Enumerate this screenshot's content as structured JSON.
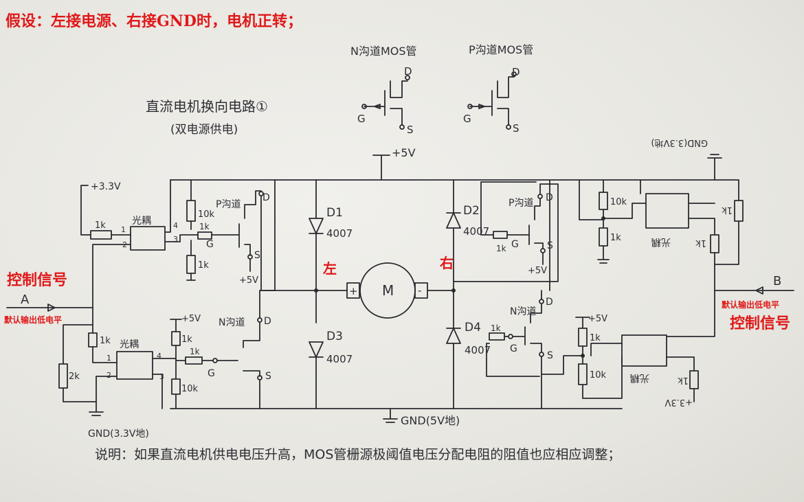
{
  "header": "假设：左接电源、右接GND时，电机正转；",
  "title": "直流电机换向电路①",
  "subtitle": "(双电源供电)",
  "legend": {
    "n_channel": "N沟道MOS管",
    "p_channel": "P沟道MOS管",
    "pin_d": "D",
    "pin_g": "G",
    "pin_s": "S"
  },
  "left": {
    "supply_33": "+3.3V",
    "gnd_33": "GND(3.3V地)",
    "control": "控制信号",
    "input": "A",
    "default": "默认输出低电平",
    "opto_top": "光耦",
    "opto_bot": "光耦",
    "r_1k_top": "1k",
    "r_1k_mid": "1k",
    "r_2k": "2k",
    "pin1": "1",
    "pin2": "2",
    "pin3": "3",
    "pin4": "4",
    "pin1b": "1",
    "pin2b": "2",
    "pin3b": "3",
    "pin4b": "4",
    "r_10k_a": "10k",
    "r_1k_a": "1k",
    "r_1k_gate_a": "1k",
    "r_1k_b": "1k",
    "r_10k_b": "10k",
    "r_1k_gate_b": "1k",
    "p_label": "P沟道",
    "n_label": "N沟道",
    "plus5_a": "+5V",
    "plus5_b": "+5V"
  },
  "bridge": {
    "plus5": "+5V",
    "gnd5": "GND(5V地)",
    "d1": "D1",
    "d1_part": "4007",
    "d2": "D2",
    "d2_part": "4007",
    "d3": "D3",
    "d3_part": "4007",
    "d4": "D4",
    "d4_part": "4007",
    "motor": "M",
    "plus": "+",
    "minus": "-",
    "left_label": "左",
    "right_label": "右"
  },
  "right": {
    "gnd_33": "GND(3.3V地)",
    "supply_33": "+3.3V",
    "control": "控制信号",
    "input": "B",
    "default": "默认输出低电平",
    "opto_top": "光耦",
    "opto_bot": "光耦",
    "r_10k_top": "10k",
    "r_1k_top": "1k",
    "r_1k_gate": "1k",
    "r_1k_bot": "1k",
    "r_10k_bot": "10k",
    "r_1k_b1": "1k",
    "r_1k_b2": "1k",
    "r_1k_b3": "1k",
    "r_1k_b4": "1k",
    "p_label": "P沟道",
    "n_label": "N沟道",
    "plus5_a": "+5V",
    "plus5_b": "+5V"
  },
  "note": "说明：如果直流电机供电电压升高，MOS管栅源极阈值电压分配电阻的阻值也应相应调整；"
}
